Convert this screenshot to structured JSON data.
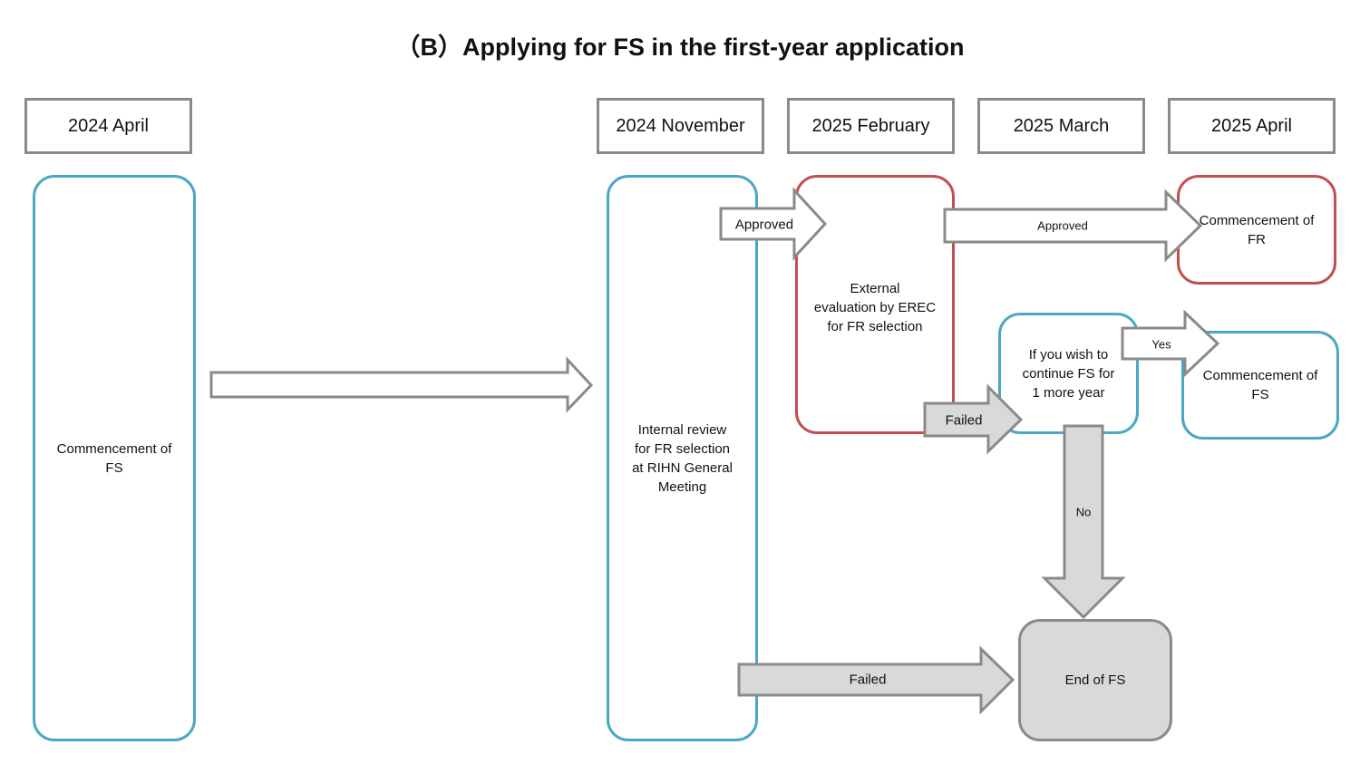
{
  "title": "（B）Applying for FS in the first-year application",
  "headers": [
    "2024 April",
    "2024 November",
    "2025 February",
    "2025 March",
    "2025 April"
  ],
  "nodes": {
    "commencement_fs_start": "Commencement of\nFS",
    "internal_review": "Internal review\nfor FR selection\nat RIHN General\nMeeting",
    "external_evaluation": "External\nevaluation by EREC\nfor FR selection",
    "continue_fs": "If you wish to\ncontinue FS for\n1 more year",
    "commencement_fr": "Commencement of\nFR",
    "commencement_fs_again": "Commencement of\nFS",
    "end_of_fs": "End of FS"
  },
  "arrows": {
    "approved_1": "Approved",
    "approved_2": "Approved",
    "failed_1": "Failed",
    "failed_2": "Failed",
    "yes": "Yes",
    "no": "No"
  },
  "colors": {
    "blue": "#4aa8c3",
    "red": "#c0504d",
    "gray": "#8a8a8a",
    "fill_gray": "#d9d9d9"
  }
}
